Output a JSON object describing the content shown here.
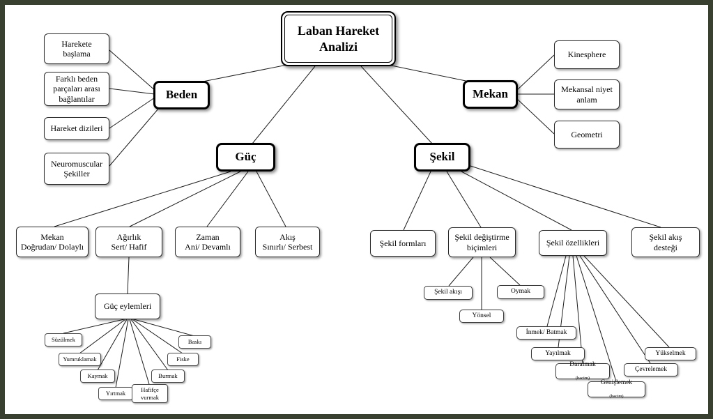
{
  "root": {
    "label": "Laban Hareket\nAnalizi"
  },
  "beden": {
    "label": "Beden",
    "children": [
      {
        "label": "Harekete\nbaşlama"
      },
      {
        "label": "Farklı beden\nparçaları arası\nbağlantılar"
      },
      {
        "label": "Hareket dizileri"
      },
      {
        "label": "Neuromuscular\nŞekiller"
      }
    ]
  },
  "mekan": {
    "label": "Mekan",
    "children": [
      {
        "label": "Kinesphere"
      },
      {
        "label": "Mekansal niyet\nanlam"
      },
      {
        "label": "Geometri"
      }
    ]
  },
  "guc": {
    "label": "Güç",
    "children": [
      {
        "label": "Mekan\nDoğrudan/  Dolaylı"
      },
      {
        "label": "Ağırlık\nSert/ Hafif"
      },
      {
        "label": "Zaman\nAni/ Devamlı"
      },
      {
        "label": "Akış\nSınırlı/ Serbest"
      }
    ],
    "eylemler": {
      "label": "Güç eylemleri",
      "children": [
        {
          "label": "Süzülmek"
        },
        {
          "label": "Yumruklamak"
        },
        {
          "label": "Kaymak"
        },
        {
          "label": "Yırtmak"
        },
        {
          "label": "Hafifçe\nvurmak"
        },
        {
          "label": "Burmak"
        },
        {
          "label": "Fiske"
        },
        {
          "label": "Baskı"
        }
      ]
    }
  },
  "sekil": {
    "label": "Şekil",
    "children": [
      {
        "label": "Şekil formları"
      },
      {
        "label": "Şekil değiştirme\nbiçimleri"
      },
      {
        "label": "Şekil özellikleri"
      },
      {
        "label": "Şekil akış\ndesteği"
      }
    ],
    "degistirme_children": [
      {
        "label": "Şekil akışı"
      },
      {
        "label": "Oymak"
      },
      {
        "label": "Yönsel"
      }
    ],
    "ozellik_children": [
      {
        "label": "İnmek/ Batmak"
      },
      {
        "label": "Yayılmak"
      },
      {
        "label": "Daralmak",
        "sub": "(hacim)"
      },
      {
        "label": "Genişlemek",
        "sub": "(hacim)"
      },
      {
        "label": "Çevrelemek"
      },
      {
        "label": "Yükselmek"
      }
    ]
  }
}
